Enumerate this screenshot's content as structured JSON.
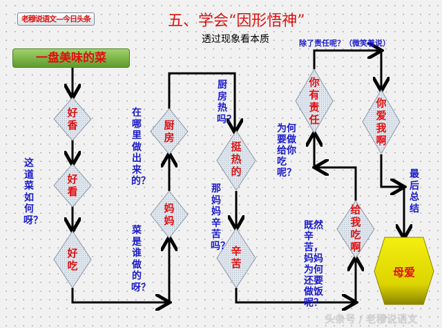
{
  "badge": "老穆说语文—今日头条",
  "title": "五、学会“因形悟神”",
  "subtitle": "透过现象看本质",
  "start": "一盘美味的菜",
  "nodes": {
    "haoxiang": "好香",
    "haokan": "好看",
    "haochi": "好吃",
    "mama": "妈妈",
    "chufang": "厨房",
    "tingre": "挺热的",
    "xinku": "辛苦",
    "geiwochi": "给我吃啊",
    "zeren": "你有责任",
    "aiwo": "你爱我啊"
  },
  "questions": {
    "q1": "这道菜如何呀？",
    "q2": "在哪里做出来的？",
    "q3": "菜是谁做的呀？",
    "q4": "厨房热吗？",
    "q5": "那妈妈辛苦吗？",
    "q6": "为何要做给你吃呢？",
    "q7": "既然辛苦，妈妈为何还要做饭呢？",
    "q8": "最后总结",
    "q9": "除了责任呢？（微笑着说）"
  },
  "end": "母爱",
  "watermark": "头条号 / 老穆说语文",
  "colors": {
    "node_text": "#e01010",
    "question_text": "#1a1acc",
    "end_fill": "#e8e000"
  }
}
